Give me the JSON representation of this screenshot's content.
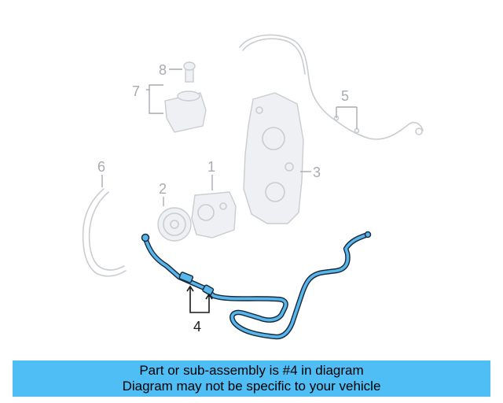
{
  "callouts": [
    "1",
    "2",
    "3",
    "4",
    "5",
    "6",
    "7",
    "8"
  ],
  "banner": {
    "line1": "Part or sub-assembly is #4 in diagram",
    "line2": "Diagram may not be specific to your vehicle",
    "background": "#4fbef5"
  },
  "colors": {
    "highlight_hose": "#56b6ee",
    "outline": "#1c2b3a",
    "ghost_part": "#c9ccd1",
    "ghost_label": "#a7abb2"
  }
}
